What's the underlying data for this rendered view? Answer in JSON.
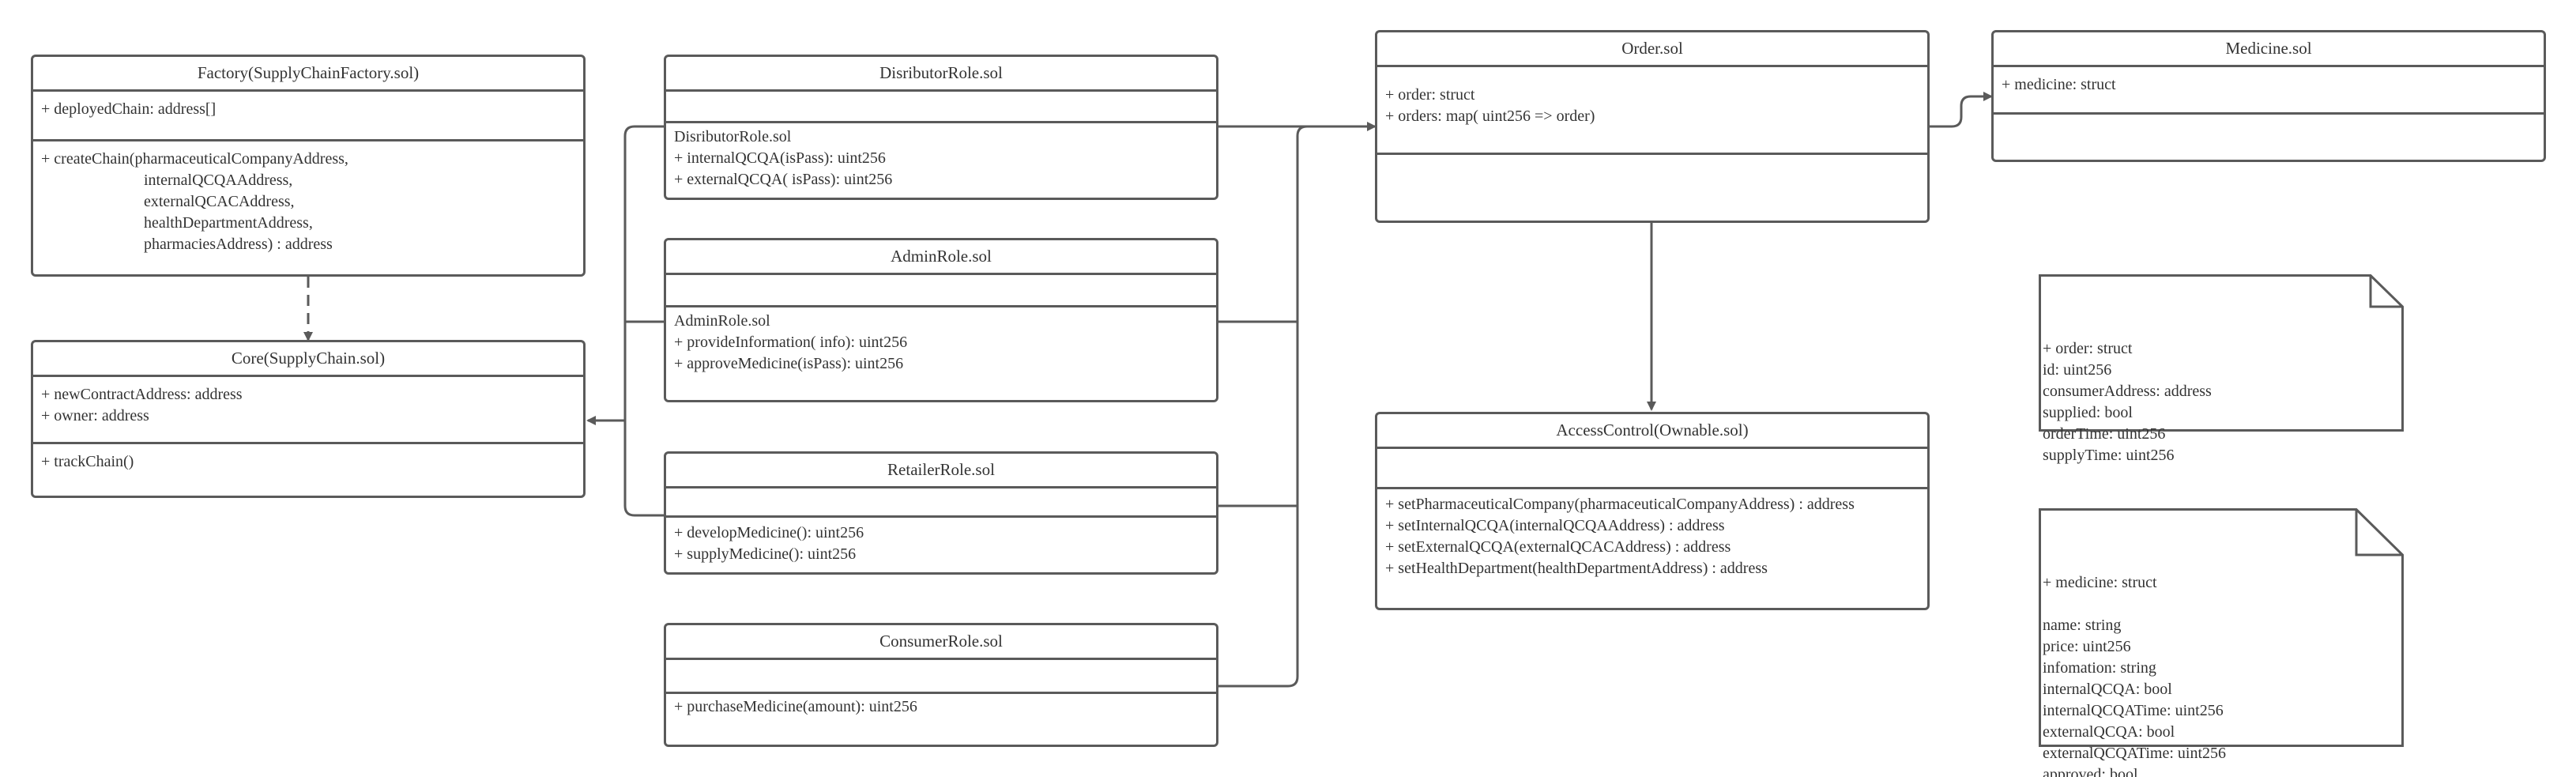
{
  "classes": {
    "factory": {
      "title": "Factory(SupplyChainFactory.sol)",
      "attributes": "+ deployedChain: address[]",
      "operations": "+ createChain(pharmaceuticalCompanyAddress,\n                          internalQCQAAddress,\n                          externalQCACAddress,\n                          healthDepartmentAddress,\n                          pharmaciesAddress) : address"
    },
    "core": {
      "title": "Core(SupplyChain.sol)",
      "attributes": "+ newContractAddress: address\n+ owner: address",
      "operations": "+ trackChain()"
    },
    "distributor": {
      "title": "DisributorRole.sol",
      "attributes": "",
      "operations": "DisributorRole.sol\n+ internalQCQA(isPass): uint256\n+ externalQCQA( isPass): uint256"
    },
    "admin": {
      "title": "AdminRole.sol",
      "attributes": "",
      "operations": "AdminRole.sol\n+ provideInformation( info): uint256\n+ approveMedicine(isPass): uint256"
    },
    "retailer": {
      "title": "RetailerRole.sol",
      "attributes": "",
      "operations": "+ developMedicine(): uint256\n+ supplyMedicine(): uint256"
    },
    "consumer": {
      "title": "ConsumerRole.sol",
      "attributes": "",
      "operations": "+ purchaseMedicine(amount): uint256"
    },
    "order": {
      "title": "Order.sol",
      "attributes": "+ order: struct\n+ orders: map( uint256 => order)",
      "operations": ""
    },
    "medicine": {
      "title": "Medicine.sol",
      "attributes": "+ medicine: struct",
      "operations": ""
    },
    "access": {
      "title": "AccessControl(Ownable.sol)",
      "attributes": "",
      "operations": "+ setPharmaceuticalCompany(pharmaceuticalCompanyAddress) : address\n+ setInternalQCQA(internalQCQAAddress) : address\n+ setExternalQCQA(externalQCACAddress) : address\n+ setHealthDepartment(healthDepartmentAddress) : address"
    }
  },
  "notes": {
    "order_struct": "+ order: struct\nid: uint256\nconsumerAddress: address\nsupplied: bool\norderTime: uint256\nsupplyTime: uint256",
    "medicine_struct": "+ medicine: struct\n\nname: string\nprice: uint256\ninfomation: string\ninternalQCQA: bool\ninternalQCQATime: uint256\nexternalQCQA: bool\nexternalQCQATime: uint256\napproved: bool\napprovedTime: time"
  },
  "colors": {
    "stroke": "#5a5a5a",
    "text": "#333333",
    "background": "#ffffff"
  }
}
